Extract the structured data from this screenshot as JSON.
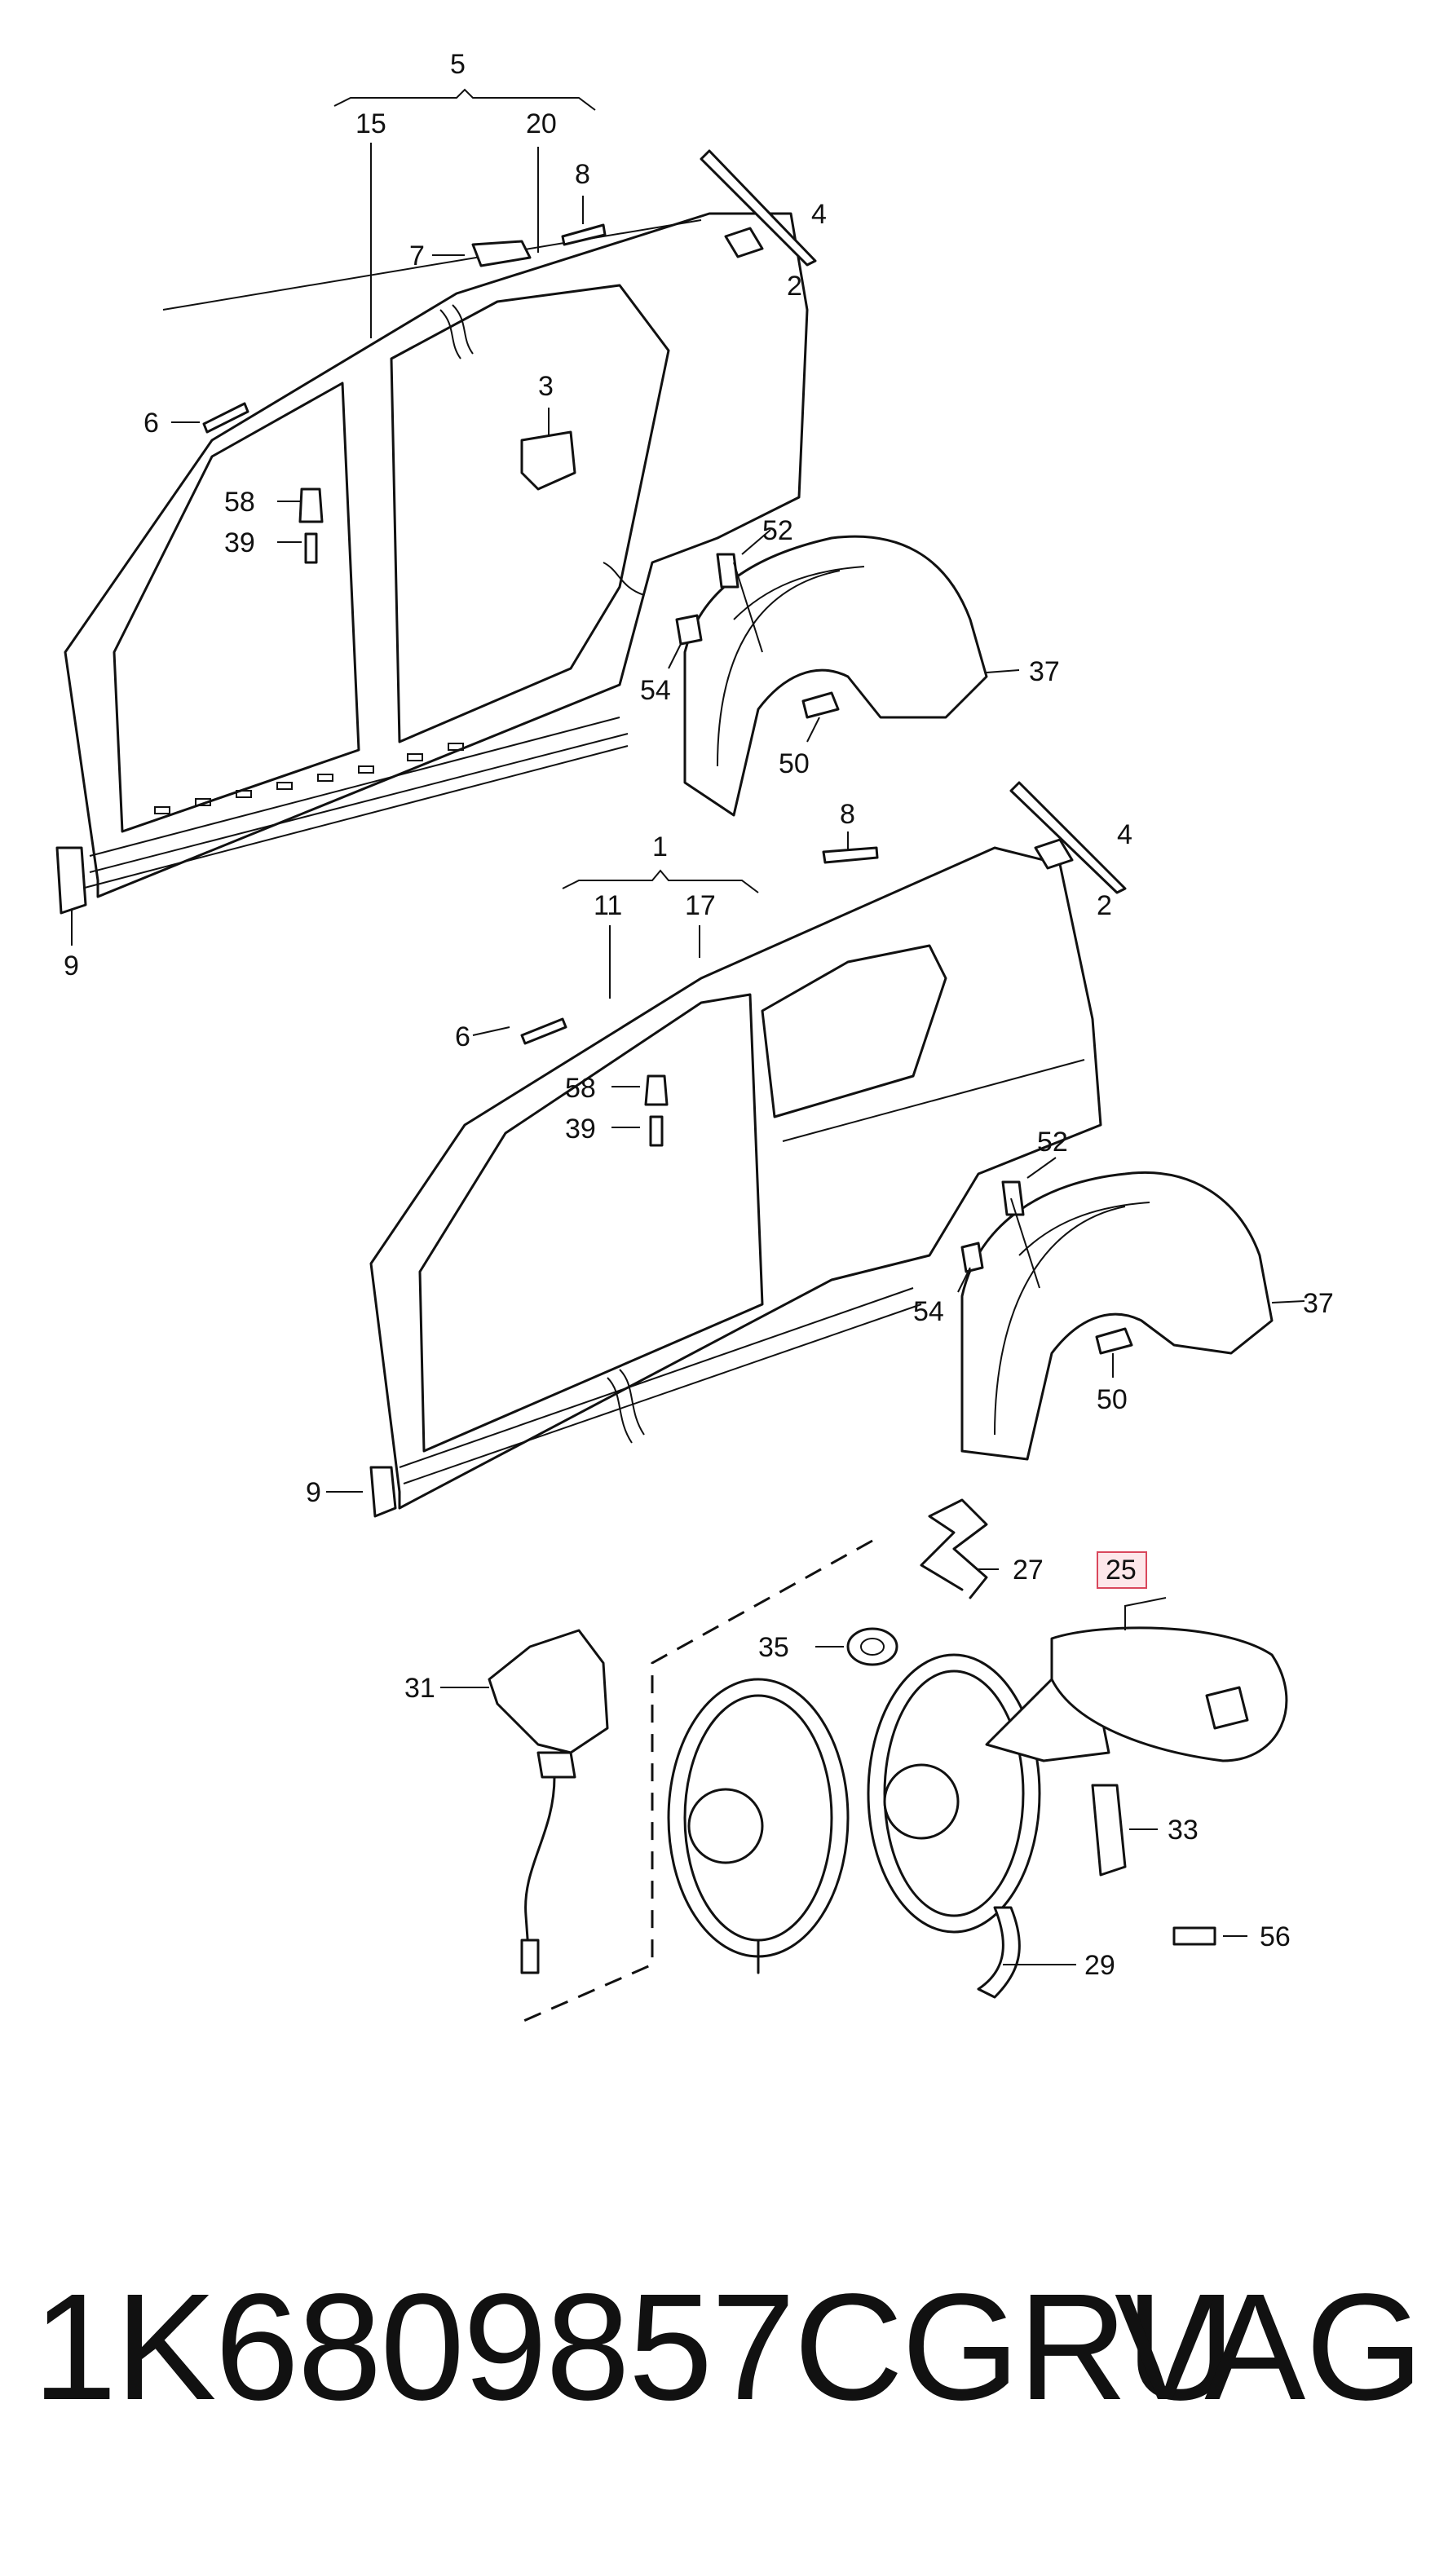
{
  "diagram": {
    "callouts": {
      "c5": "5",
      "c15": "15",
      "c20": "20",
      "c8a": "8",
      "c7": "7",
      "c4a": "4",
      "c2a": "2",
      "c3": "3",
      "c6a": "6",
      "c58a": "58",
      "c39a": "39",
      "c52a": "52",
      "c37a": "37",
      "c54a": "54",
      "c50a": "50",
      "c9a": "9",
      "c1": "1",
      "c11": "11",
      "c17": "17",
      "c8b": "8",
      "c4b": "4",
      "c2b": "2",
      "c6b": "6",
      "c58b": "58",
      "c39b": "39",
      "c52b": "52",
      "c37b": "37",
      "c54b": "54",
      "c50b": "50",
      "c9b": "9",
      "c27": "27",
      "c25": "25",
      "c35": "35",
      "c31": "31",
      "c33": "33",
      "c56": "56",
      "c29": "29"
    },
    "highlight_color": "#d9475c"
  },
  "footer": {
    "part_number": "1K6809857CGRU",
    "brand": "VAG"
  }
}
